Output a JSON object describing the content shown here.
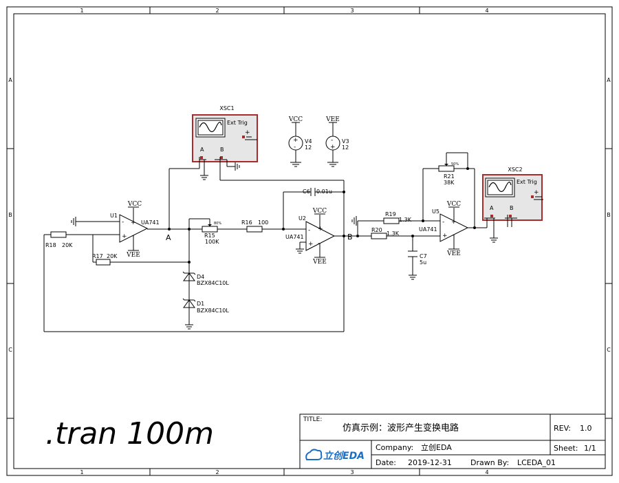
{
  "grid": {
    "cols": [
      "1",
      "2",
      "3",
      "4"
    ],
    "rows": [
      "A",
      "B",
      "C"
    ]
  },
  "sim_command": ".tran 100m",
  "title_block": {
    "title_label": "TITLE:",
    "title": "仿真示例：波形产生变换电路",
    "rev_label": "REV:",
    "rev": "1.0",
    "company_label": "Company:",
    "company": "立创EDA",
    "sheet_label": "Sheet:",
    "sheet": "1/1",
    "date_label": "Date:",
    "date": "2019-12-31",
    "drawn_label": "Drawn By:",
    "drawn": "LCEDA_01",
    "logo_text": "立创EDA",
    "logo_color": "#1a6fc4"
  },
  "scopes": {
    "xsc1": {
      "name": "XSC1",
      "ext_trig": "Ext Trig",
      "ch_a": "A",
      "ch_b": "B",
      "plus": "+"
    },
    "xsc2": {
      "name": "XSC2",
      "ext_trig": "Ext Trig",
      "ch_a": "A",
      "ch_b": "B",
      "plus": "+"
    }
  },
  "supplies": {
    "v4": {
      "rail": "VCC",
      "name": "V4",
      "value": "12"
    },
    "v3": {
      "rail": "VEE",
      "name": "V3",
      "value": "12"
    }
  },
  "opamps": {
    "u1": {
      "name": "U1",
      "model": "UA741",
      "vcc": "VCC",
      "vee": "VEE"
    },
    "u2": {
      "name": "U2",
      "model": "UA741",
      "vcc": "VCC",
      "vee": "VEE"
    },
    "u5": {
      "name": "U5",
      "model": "UA741",
      "vcc": "VCC",
      "vee": "VEE"
    }
  },
  "components": {
    "r18": {
      "name": "R18",
      "value": "20K"
    },
    "r17": {
      "name": "R17",
      "value": "20K"
    },
    "r15": {
      "name": "R15",
      "value": "100K",
      "pct": "80%"
    },
    "r16": {
      "name": "R16",
      "value": "100"
    },
    "c6": {
      "name": "C6",
      "value": "0.01u"
    },
    "r19": {
      "name": "R19",
      "value": "1.3K"
    },
    "r20": {
      "name": "R20",
      "value": "1.3K"
    },
    "c7": {
      "name": "C7",
      "value": "5u"
    },
    "r21": {
      "name": "R21",
      "value": "38K",
      "pct": "50%"
    },
    "d4": {
      "name": "D4",
      "value": "BZX84C10L"
    },
    "d1": {
      "name": "D1",
      "value": "BZX84C10L"
    }
  },
  "nets": {
    "a": "A",
    "b": "B"
  },
  "op_signs": {
    "minus": "-",
    "plus": "+"
  }
}
